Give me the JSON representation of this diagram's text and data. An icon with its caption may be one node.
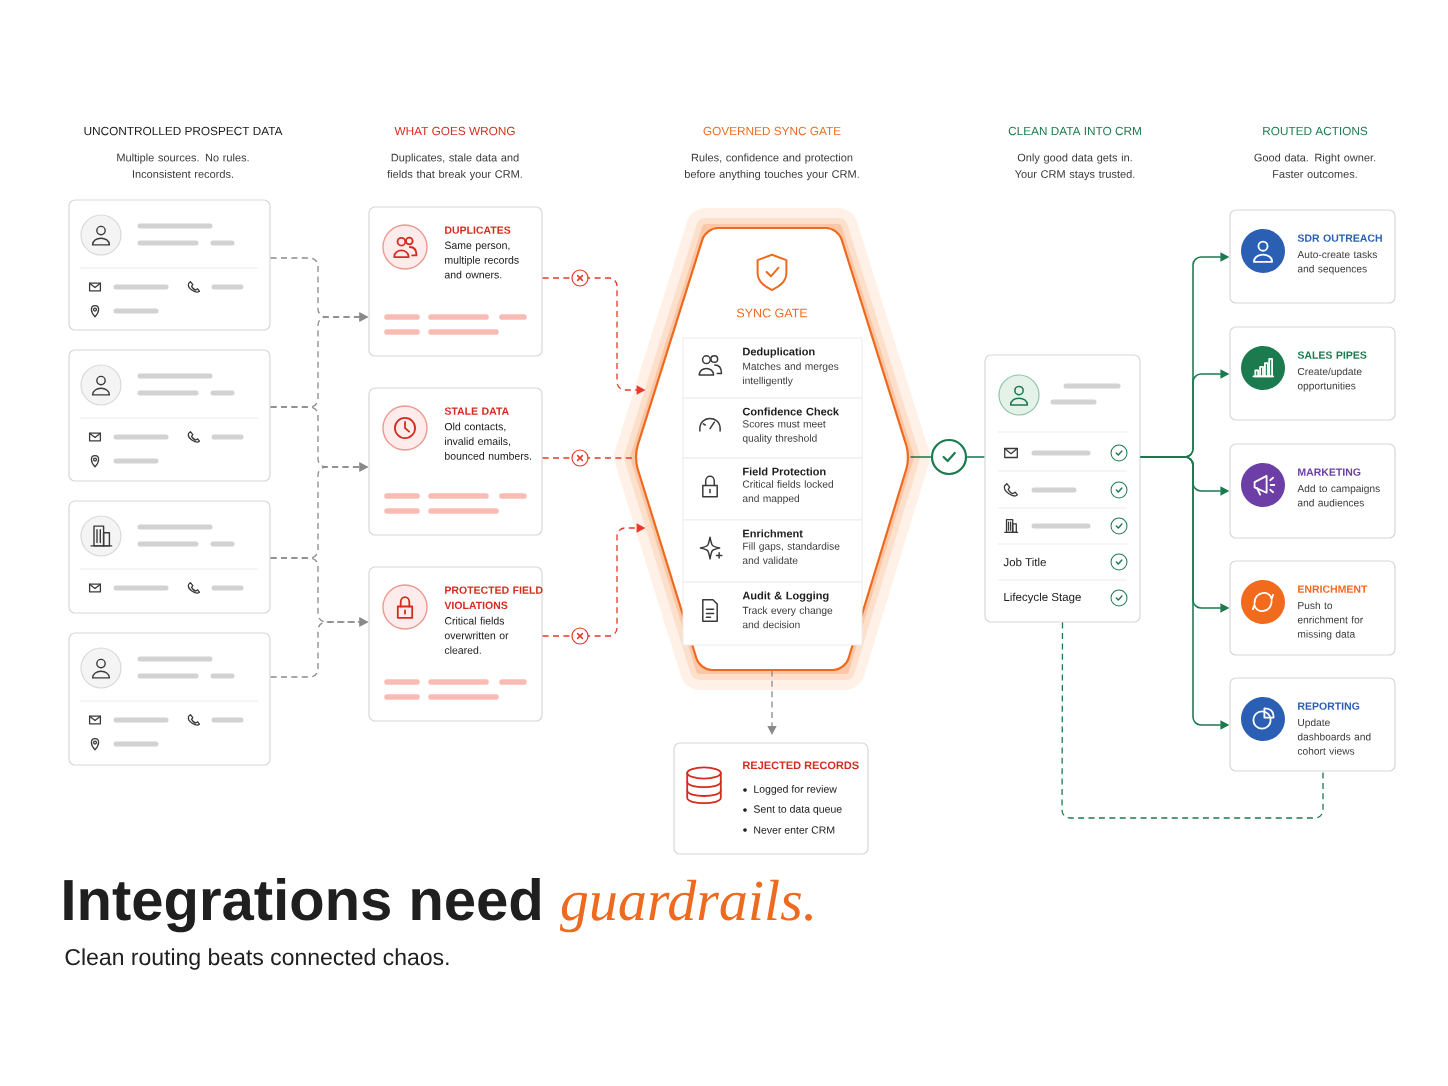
{
  "diagram": {
    "title": "Integrations need *guardrails.*",
    "caption": "Clean routing beats connected chaos.",
    "nodes": [
      {
        "text": [],
        "shape": "box"
      },
      {
        "text": [],
        "shape": "box"
      },
      {
        "text": [],
        "shape": "box"
      },
      {
        "text": [],
        "shape": "box"
      },
      {
        "text": [
          "DUPLICATES",
          "Same person, multiple records and owners."
        ]
      },
      {
        "text": [
          "STALE DATA",
          "Old contacts, invalid emails, bounced numbers."
        ]
      },
      {
        "text": [
          "PROTECTED FIELD VIOLATIONS",
          "Critical fields overwritten or cleared."
        ]
      },
      {
        "text": [
          "SYNC GATE"
        ]
      },
      {
        "text": [
          "Deduplication",
          "Matches and merges intelligently"
        ],
        "in": 7
      },
      {
        "text": [
          "Confidence Check",
          "Scores must meet quality threshold"
        ],
        "in": 7
      },
      {
        "text": [
          "Field Protection",
          "Critical fields locked and mapped"
        ],
        "in": 7
      },
      {
        "text": [
          "Enrichment",
          "Fill gaps, standardise and validate"
        ],
        "in": 7
      },
      {
        "text": [
          "Audit & Logging",
          "Track every change and decision"
        ],
        "in": 7
      },
      {
        "text": [],
        "shape": "circle"
      },
      {
        "text": [
          "Job Title",
          "Lifecycle Stage"
        ]
      },
      {
        "text": [
          "SDR OUTREACH",
          "Auto-create tasks and sequences"
        ]
      },
      {
        "text": [
          "SALES PIPES",
          "Create/update opportunities"
        ]
      },
      {
        "text": [
          "MARKETING",
          "Add to campaigns and audiences"
        ]
      },
      {
        "text": [
          "ENRICHMENT",
          "Push to enrichment for missing data"
        ]
      },
      {
        "text": [
          "REPORTING",
          "Update dashboards and cohort views"
        ]
      },
      {
        "text": [
          "REJECTED RECORDS",
          "Logged for review",
          "Sent to data queue",
          "Never enter CRM"
        ]
      }
    ],
    "edges": [
      {
        "from": 0,
        "to": 4,
        "arrow": "to",
        "style": "dashed",
        "color": "#8a8a8a"
      },
      {
        "from": 1,
        "to": 4,
        "arrow": "to",
        "style": "dashed",
        "color": "#8a8a8a"
      },
      {
        "from": 1,
        "to": 5,
        "arrow": "to",
        "style": "dashed",
        "color": "#8a8a8a"
      },
      {
        "from": 2,
        "to": 5,
        "arrow": "to",
        "style": "dashed",
        "color": "#8a8a8a"
      },
      {
        "from": 2,
        "to": 6,
        "arrow": "to",
        "style": "dashed",
        "color": "#8a8a8a"
      },
      {
        "from": 3,
        "to": 6,
        "arrow": "to",
        "style": "dashed",
        "color": "#8a8a8a"
      },
      {
        "from": 4,
        "to": 7,
        "arrow": "to",
        "style": "dashed",
        "color": "#e8382a"
      },
      {
        "from": 5,
        "to": 7,
        "arrow": "none",
        "style": "dashed",
        "color": "#e8382a"
      },
      {
        "from": 6,
        "to": 7,
        "arrow": "to",
        "style": "dashed",
        "color": "#e8382a"
      },
      {
        "from": 7,
        "to": 20,
        "arrow": "to",
        "style": "dashed",
        "color": "#8a8a8a"
      },
      {
        "from": 7,
        "to": 13,
        "arrow": "none",
        "color": "#1c7a4f"
      },
      {
        "from": 13,
        "to": 14,
        "arrow": "none",
        "color": "#1c7a4f"
      },
      {
        "from": 14,
        "to": 15,
        "arrow": "to",
        "color": "#1c7a4f"
      },
      {
        "from": 14,
        "to": 16,
        "arrow": "to",
        "color": "#1c7a4f"
      },
      {
        "from": 14,
        "to": 17,
        "arrow": "to",
        "color": "#1c7a4f"
      },
      {
        "from": 14,
        "to": 18,
        "arrow": "to",
        "color": "#1c7a4f"
      },
      {
        "from": 14,
        "to": 19,
        "arrow": "to",
        "color": "#1c7a4f"
      },
      {
        "from": 14,
        "to": 19,
        "arrow": "none",
        "style": "dashed",
        "color": "#1c7a4f"
      }
    ],
    "labels": [
      "UNCONTROLLED PROSPECT DATA",
      "Multiple sources. No rules. Inconsistent records.",
      "WHAT GOES WRONG",
      "Duplicates, stale data and fields that break your CRM.",
      "GOVERNED SYNC GATE",
      "Rules, confidence and protection before anything touches your CRM.",
      "CLEAN DATA INTO CRM",
      "Only good data gets in. Your CRM stays trusted.",
      "ROUTED ACTIONS",
      "Good data. Right owner. Faster outcomes."
    ]
  }
}
